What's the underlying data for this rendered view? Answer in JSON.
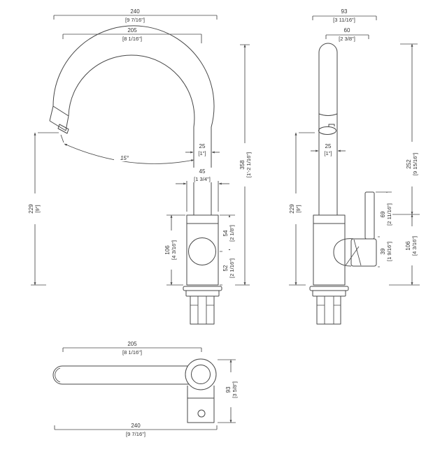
{
  "drawing": {
    "type": "faucet technical drawing, three orthographic views with dimensions"
  },
  "colors": {
    "line": "#474747",
    "text": "#333333",
    "background": "#ffffff"
  },
  "front": {
    "overall_width_mm": "240",
    "overall_width_in": "[9 7/16\"]",
    "reach_mm": "205",
    "reach_in": "[8 1/16\"]",
    "angle": "15°",
    "spout_dia_mm": "25",
    "spout_dia_in": "[1\"]",
    "body_dia_mm": "45",
    "body_dia_in": "[1 3/4\"]",
    "outlet_height_mm": "229",
    "outlet_height_in": "[9\"]",
    "total_height_mm": "358",
    "total_height_in": "[1'-2 1/16\"]",
    "body_height_mm": "106",
    "body_height_in": "[4 3/16\"]",
    "body_upper_mm": "54",
    "body_upper_in": "[2 1/8\"]",
    "body_lower_mm": "52",
    "body_lower_in": "[2 1/16\"]"
  },
  "side": {
    "overall_depth_mm": "93",
    "overall_depth_in": "[3 11/16\"]",
    "handle_offset_mm": "60",
    "handle_offset_in": "[2 3/8\"]",
    "tube_dia_mm": "25",
    "tube_dia_in": "[1\"]",
    "upper_height_mm": "252",
    "upper_height_in": "[9 15/16\"]",
    "outlet_height_mm": "229",
    "outlet_height_in": "[9\"]",
    "handle_length_mm": "69",
    "handle_length_in": "[2 11/16\"]",
    "handle_base_mm": "39",
    "handle_base_in": "[1 9/16\"]",
    "body_height_mm": "106",
    "body_height_in": "[4 3/16\"]"
  },
  "top": {
    "reach_mm": "205",
    "reach_in": "[8 1/16\"]",
    "overall_width_mm": "240",
    "overall_width_in": "[9 7/16\"]",
    "depth_mm": "93",
    "depth_in": "[3 5/8\"]"
  }
}
